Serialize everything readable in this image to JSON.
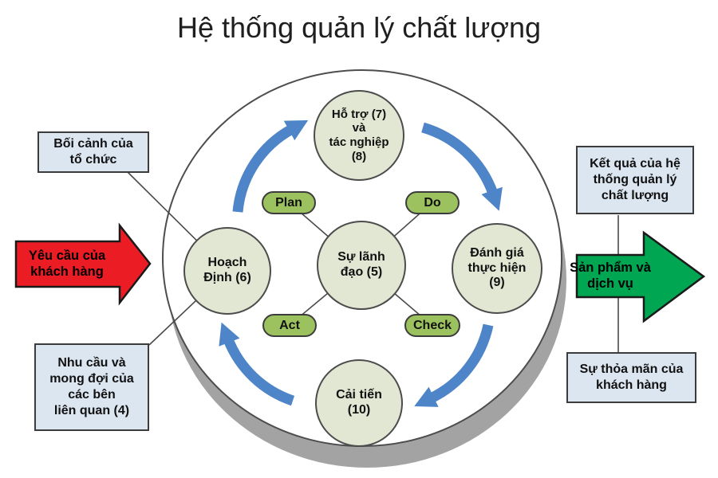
{
  "title": "Hệ thống quản lý chất lượng",
  "diagram": {
    "nodes": {
      "support": "Hỗ trợ (7)\nvà\ntác nghiệp\n(8)",
      "planning": "Hoạch\nĐịnh (6)",
      "leadership": "Sự lãnh\nđạo (5)",
      "evaluation": "Đánh giá\nthực hiện\n(9)",
      "improvement": "Cải tiến\n(10)"
    },
    "pdca": {
      "plan": "Plan",
      "do": "Do",
      "act": "Act",
      "check": "Check"
    }
  },
  "left": {
    "context_box": "Bối cảnh của\ntổ chức",
    "customer_requirements_arrow": "Yêu cầu của\nkhách hàng",
    "needs_box": "Nhu cầu và\nmong đợi của\ncác bên\nliên quan (4)"
  },
  "right": {
    "results_box": "Kết quả của hệ\nthống quản lý\nchất lượng",
    "products_services_arrow": "Sản phẩm và\ndịch vụ",
    "satisfaction_box": "Sự thỏa mãn của\nkhách hàng"
  },
  "colors": {
    "node_fill": "#e1e7d3",
    "pill_fill": "#9cc25f",
    "box_fill": "#dce6f1",
    "cycle_arrow_blue": "#4e85c8",
    "customer_arrow_red": "#ec1c24",
    "products_arrow_green": "#00a651"
  }
}
